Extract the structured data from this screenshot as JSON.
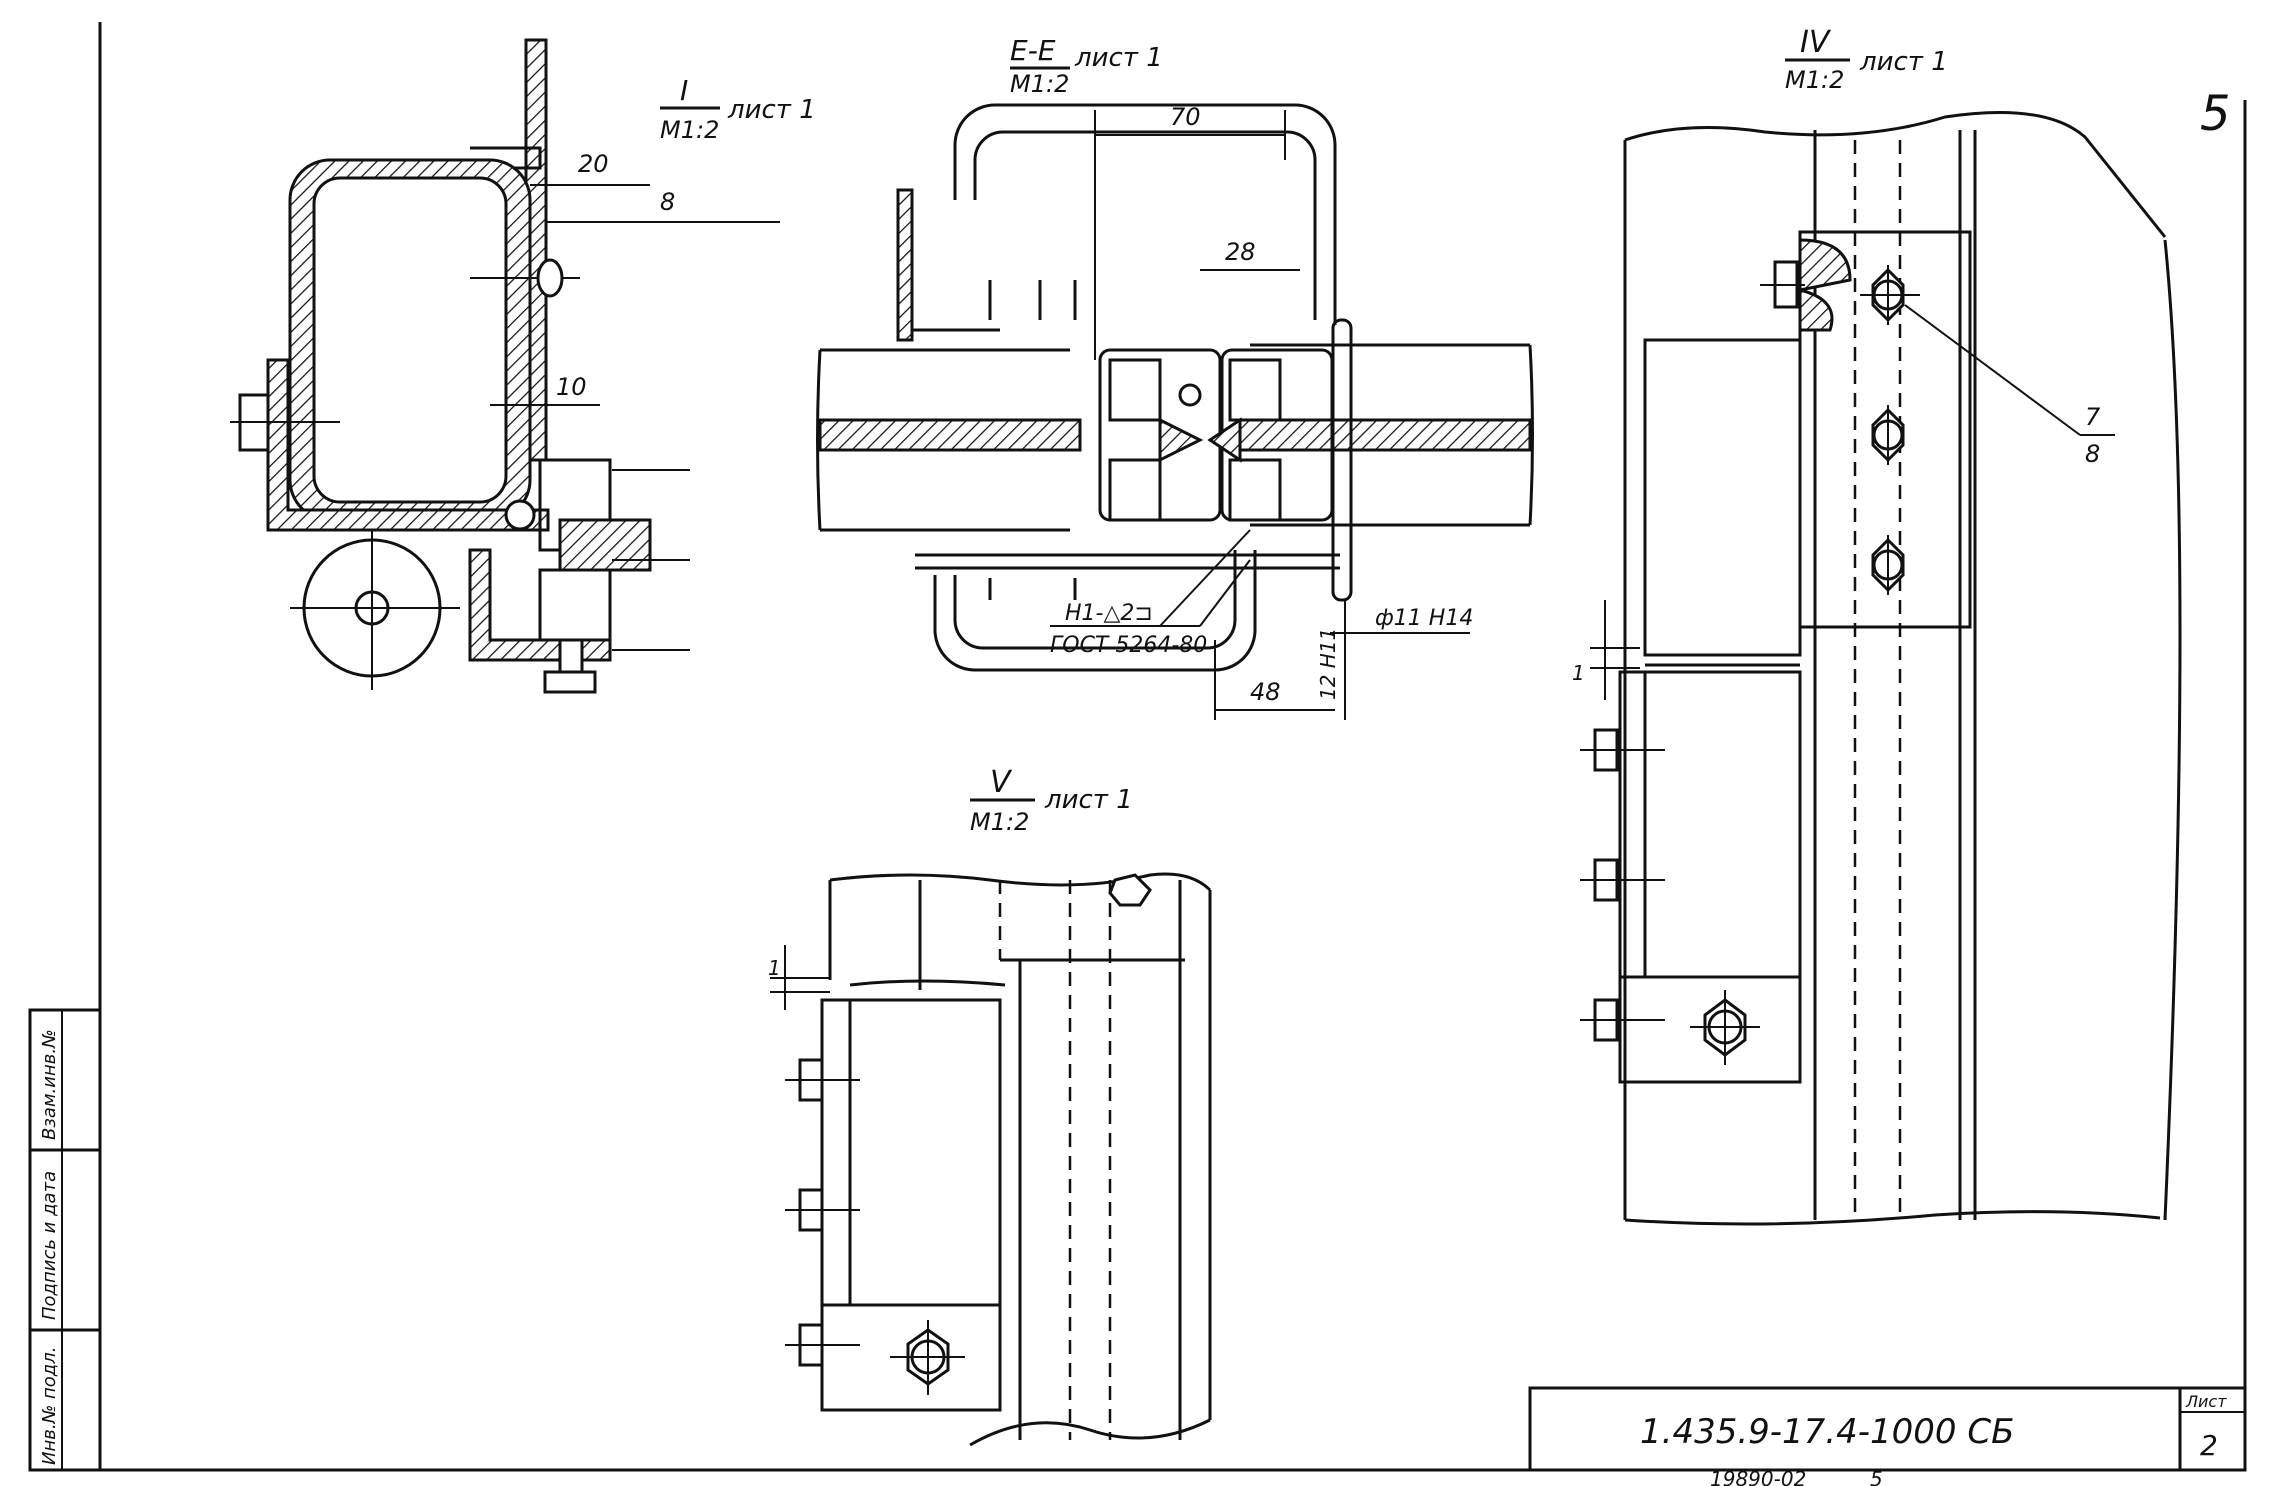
{
  "sheet": {
    "page_number": "5",
    "designation": "1.435.9-17.4-1000 СБ",
    "sheet_label": "Лист",
    "sheet_number": "2",
    "archive_number": "19890-02",
    "archive_suffix": "5",
    "side_stamp": [
      "Инв.№ подл.",
      "Подпись и дата",
      "Взам.инв.№"
    ]
  },
  "views": {
    "view_I": {
      "label": "I",
      "sheet_ref": "лист 1",
      "scale": "М1:2",
      "dims": [
        "20",
        "8",
        "10"
      ]
    },
    "view_EE": {
      "label": "Е-Е",
      "sheet_ref": "лист 1",
      "scale": "М1:2",
      "dims": [
        "70",
        "28",
        "48",
        "12 H11",
        "ф11 Н14"
      ],
      "weld_note": "Н1-△2⊐",
      "weld_std": "ГОСТ 5264-80"
    },
    "view_IV": {
      "label": "IV",
      "sheet_ref": "лист 1",
      "scale": "М1:2",
      "leader_top": "7",
      "leader_bottom": "8",
      "gap_dim": "1"
    },
    "view_V": {
      "label": "V",
      "sheet_ref": "лист 1",
      "scale": "М1:2",
      "gap_dim": "1"
    }
  }
}
